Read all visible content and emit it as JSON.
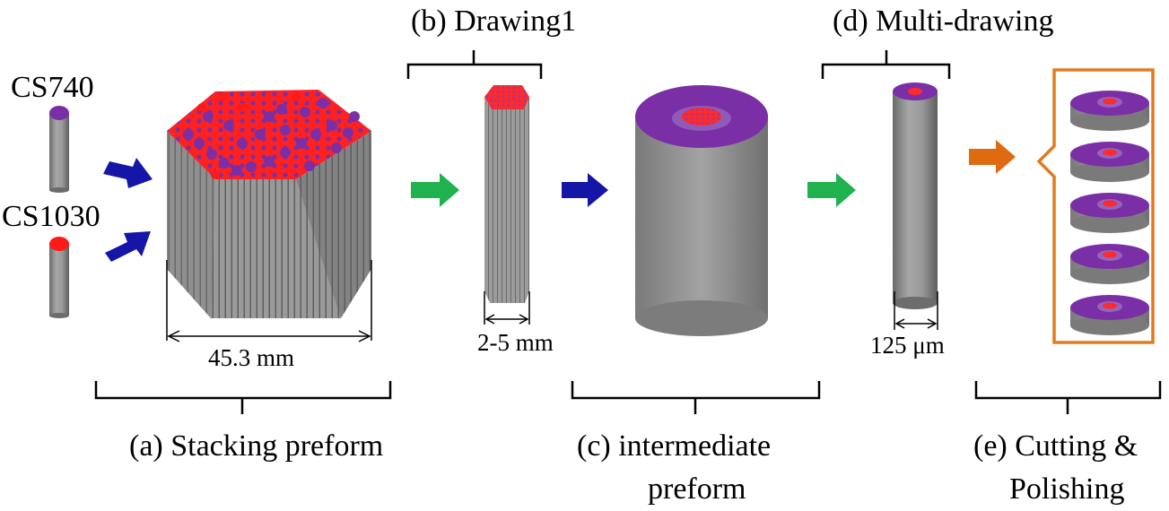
{
  "labels": {
    "cs740": "CS740",
    "cs1030": "CS1030",
    "dim_stack": "45.3 mm",
    "dim_drawing1": "2-5 mm",
    "dim_fiber": "125 μm",
    "title_b": "(b) Drawing1",
    "title_d": "(d) Multi-drawing",
    "caption_a": "(a) Stacking preform",
    "caption_c_line1": "(c) intermediate",
    "caption_c_line2": "preform",
    "caption_e_line1": "(e) Cutting &",
    "caption_e_line2": "Polishing"
  },
  "colors": {
    "rod_body": "#8e8e8e",
    "rod_dark": "#6e6e6e",
    "rod_light": "#b0b0b0",
    "cs740": "#7b2fa6",
    "cs1030": "#ff1a1a",
    "arrow_blue": "#1515a8",
    "arrow_green": "#1fb24e",
    "arrow_orange": "#e06a10",
    "frame_orange": "#e07b1f"
  },
  "icons": {
    "process_arrow": "thick-right-arrow",
    "cut_pieces": "disc-stack"
  }
}
